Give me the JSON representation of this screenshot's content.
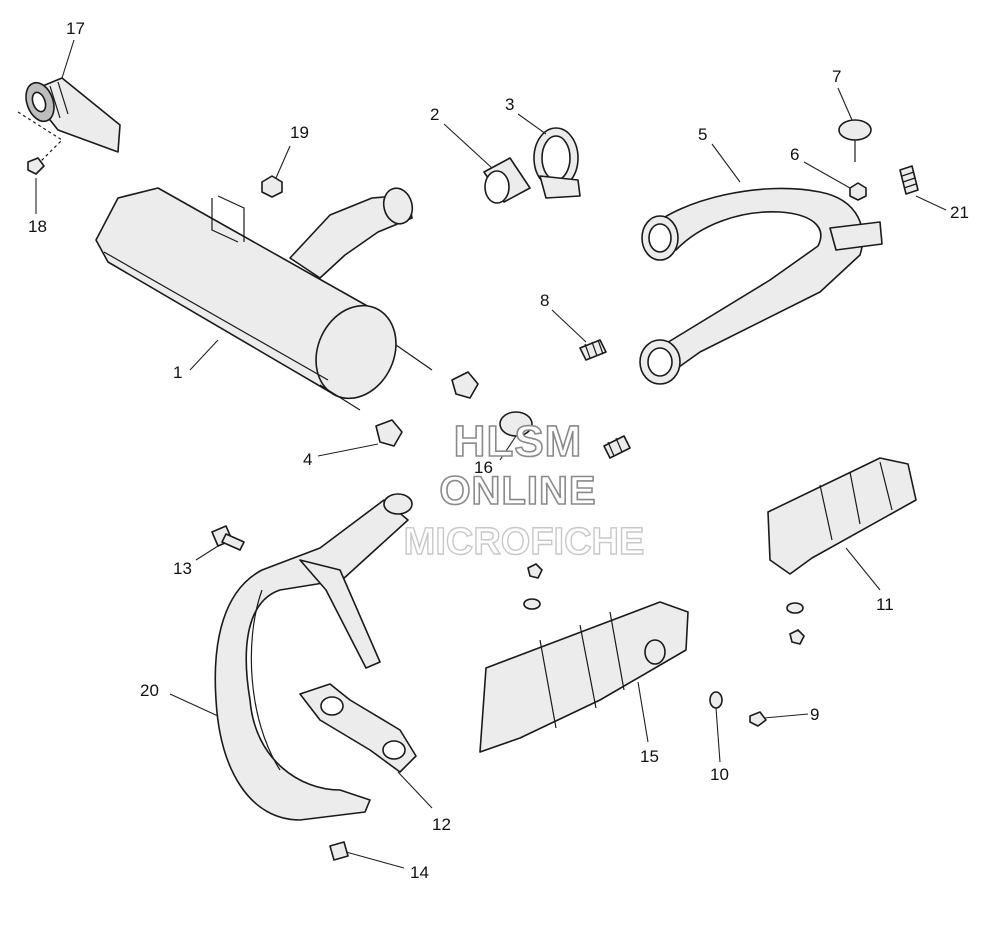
{
  "callouts": {
    "p1": "1",
    "p2": "2",
    "p3": "3",
    "p4": "4",
    "p5": "5",
    "p6": "6",
    "p7": "7",
    "p8": "8",
    "p9": "9",
    "p10": "10",
    "p11": "11",
    "p12": "12",
    "p13": "13",
    "p14": "14",
    "p15": "15",
    "p16": "16",
    "p17": "17",
    "p18": "18",
    "p19": "19",
    "p20": "20",
    "p21": "21"
  },
  "watermark": {
    "line1": "HLSM",
    "line2": "ONLINE",
    "line3": "MICROFICHE"
  }
}
